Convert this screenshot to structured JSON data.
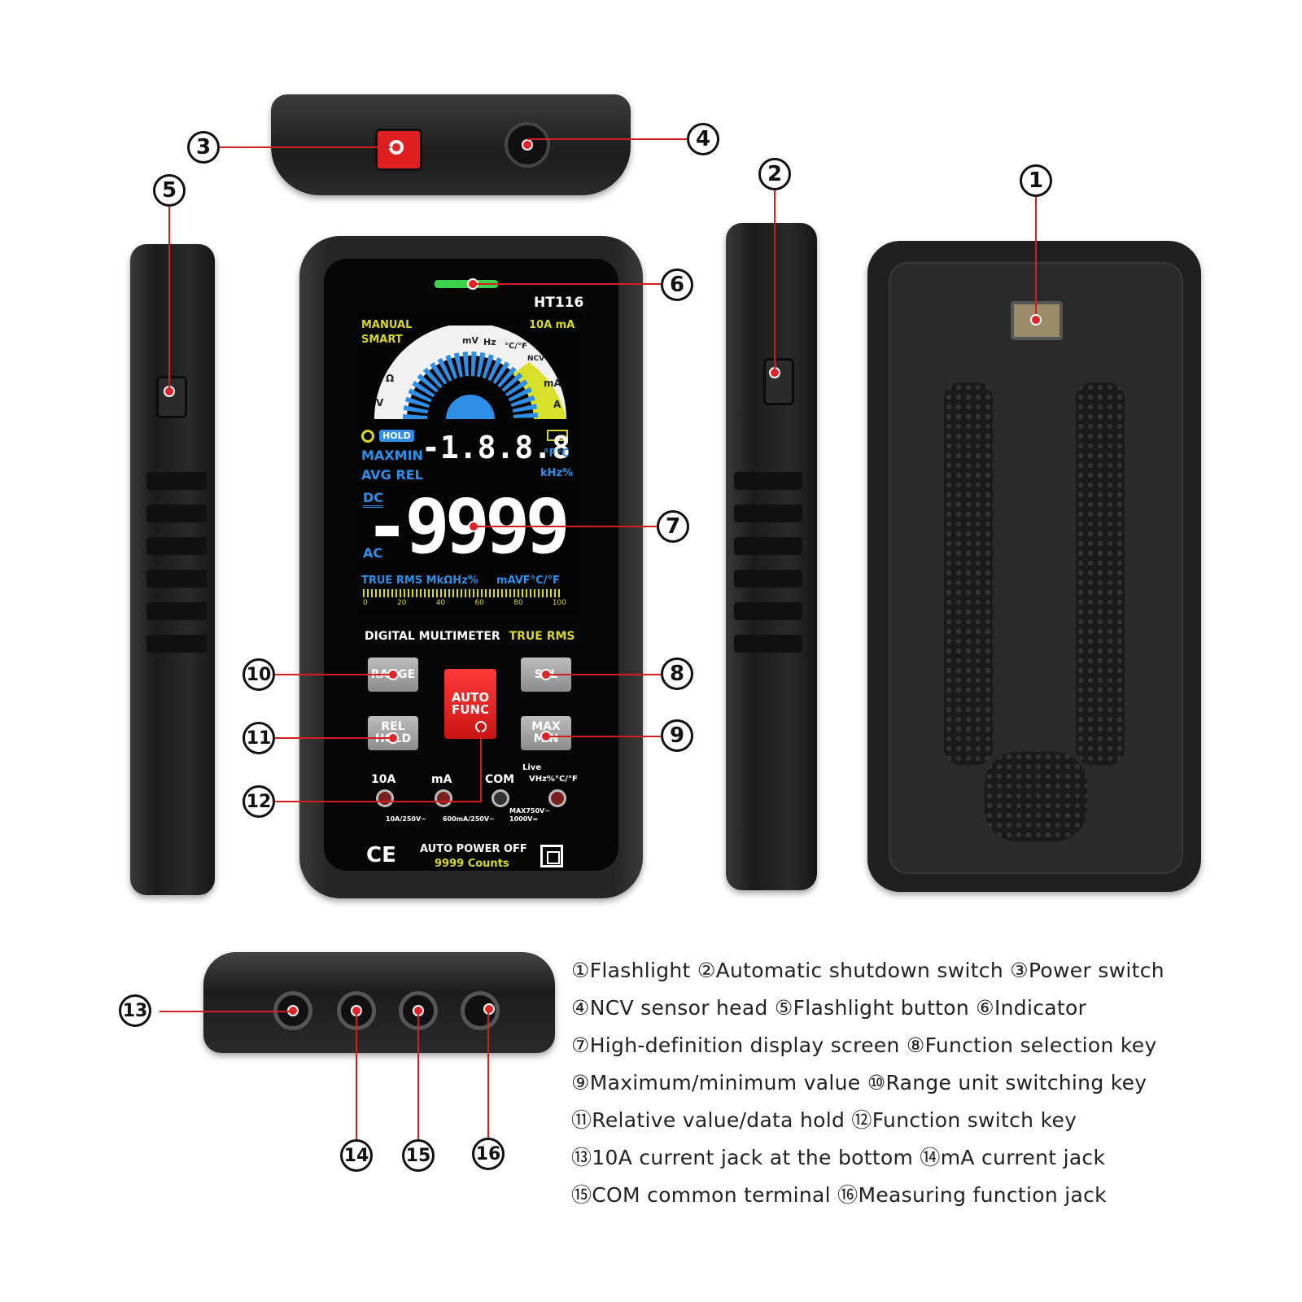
{
  "device": {
    "model": "HT116",
    "lcd": {
      "mode_top_left_1": "MANUAL",
      "mode_top_left_2": "SMART",
      "range_top_right": "10A mA",
      "hold": "HOLD",
      "maxmin": "MAXMIN",
      "avg_rel": "AVG  REL",
      "small_reading": "-1.8.8.8",
      "temp_unit": "°F°C",
      "freq_unit": "kHz%",
      "dc": "DC",
      "ac": "AC",
      "main_reading": "-9999",
      "bottom_units_left": "TRUE RMS MkΩHz%",
      "bottom_units_right": "mAVF°C/°F",
      "scale_ticks": [
        "0",
        "20",
        "40",
        "60",
        "80",
        "100"
      ],
      "dial_labels": [
        "V",
        "Ω",
        "",
        "",
        "",
        "mV",
        "Hz",
        "°C/°F",
        "NCV",
        "mA",
        "A"
      ]
    },
    "face_label": "DIGITAL MULTIMETER",
    "face_label_accent": "TRUE RMS",
    "buttons": {
      "range": "RANGE",
      "sel": "SEL",
      "auto_func_1": "AUTO",
      "auto_func_2": "FUNC",
      "rel_hold_1": "REL",
      "rel_hold_2": "HOLD",
      "max_min_1": "MAX",
      "max_min_2": "MIN"
    },
    "jacks": {
      "a10": "10A",
      "ma": "mA",
      "com": "COM",
      "live": "Live",
      "vhz": "VHz%°C/°F",
      "a10_rating": "10A/250V~",
      "ma_rating": "600mA/250V~",
      "v_rating_1": "MAX750V~",
      "v_rating_2": "1000V="
    },
    "ce": "CE",
    "auto_power_off": "AUTO POWER OFF",
    "counts": "9999 Counts"
  },
  "callouts": [
    "1",
    "2",
    "3",
    "4",
    "5",
    "6",
    "7",
    "8",
    "9",
    "10",
    "11",
    "12",
    "13",
    "14",
    "15",
    "16"
  ],
  "legend": [
    "①Flashlight ②Automatic shutdown switch ③Power switch",
    "④NCV sensor head ⑤Flashlight button ⑥Indicator",
    "⑦High-definition display screen ⑧Function selection key",
    "⑨Maximum/minimum value ⑩Range unit switching key",
    "⑪Relative value/data hold ⑫Function switch key",
    "⑬10A current jack at the bottom ⑭mA current jack",
    "⑮COM common terminal ⑯Measuring function jack"
  ],
  "colors": {
    "accent_red": "#e3232a",
    "lcd_blue": "#2f8fe6",
    "lcd_yellow": "#d8d62a",
    "body": "#1f1f1f"
  }
}
